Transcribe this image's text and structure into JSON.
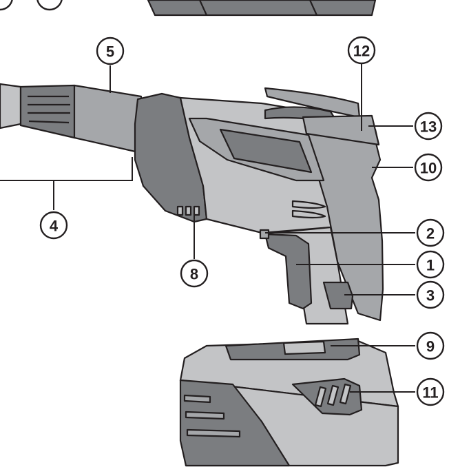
{
  "colors": {
    "outline": "#231f20",
    "light_gray": "#c3c4c6",
    "mid_gray": "#a5a7aa",
    "dark_gray": "#7b7d80",
    "background": "#ffffff"
  },
  "callouts": [
    {
      "id": "c1",
      "label": "1"
    },
    {
      "id": "c2",
      "label": "2"
    },
    {
      "id": "c3",
      "label": "3"
    },
    {
      "id": "c4",
      "label": "4"
    },
    {
      "id": "c5",
      "label": "5"
    },
    {
      "id": "c8",
      "label": "8"
    },
    {
      "id": "c9",
      "label": "9"
    },
    {
      "id": "c10",
      "label": "10"
    },
    {
      "id": "c11",
      "label": "11"
    },
    {
      "id": "c12",
      "label": "12"
    },
    {
      "id": "c13",
      "label": "13"
    }
  ]
}
